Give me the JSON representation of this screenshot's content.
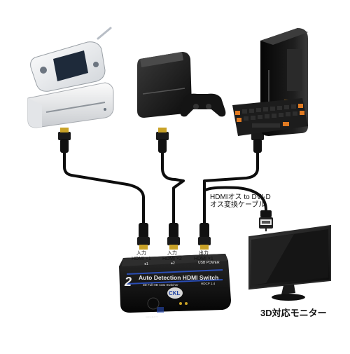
{
  "devices": {
    "game_console_left": "Wii U console with GamePad",
    "game_console_center": "PlayStation 3 with controller",
    "computer_right": "Tower PC with keyboard"
  },
  "inputs": [
    {
      "label_line1": "入力",
      "label_line2": "HDMI ×1"
    },
    {
      "label_line1": "入力",
      "label_line2": "HDMI ×2"
    },
    {
      "label_line1": "出力",
      "label_line2": "HDMI ×1"
    }
  ],
  "adapter": {
    "line1": "HDMIオス to DVI-D",
    "line2": "オス変換ケーブル"
  },
  "switch": {
    "number": "2",
    "title": "Auto Detection HDMI Switch",
    "subtitle": "3D Full HD Auto Switcher",
    "badge": "HDCP 1.4",
    "brand": "CKL",
    "top_labels": [
      "●1",
      "●2",
      "USB POWER"
    ],
    "select_label": "SELECT"
  },
  "monitor": {
    "label": "3D対応モニター"
  },
  "colors": {
    "cable": "#0d0d0d",
    "switch_body": "#141414",
    "accent_blue": "#2a4db5",
    "gold": "#c9a227",
    "keyboard_orange": "#e07a22"
  }
}
